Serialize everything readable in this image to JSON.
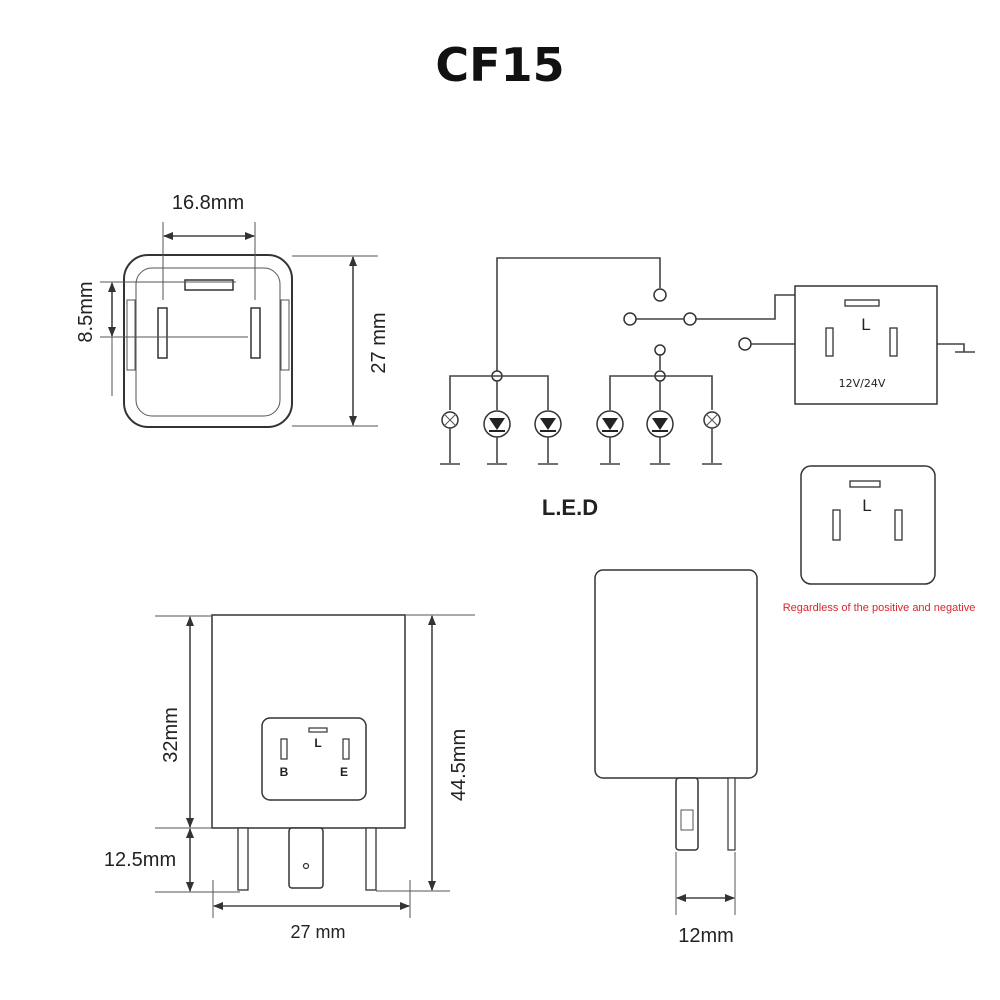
{
  "title": "CF15",
  "top_view": {
    "width_label": "16.8mm",
    "pin_spacing_label": "8.5mm",
    "height_label": "27 mm"
  },
  "circuit": {
    "led_label": "L.E.D",
    "relay_voltage_label": "12V/24V",
    "relay_pin_label": "L"
  },
  "socket": {
    "pin_label": "L",
    "note": "Regardless of the positive and negative",
    "note_color": "#d9262c"
  },
  "front_view": {
    "body_height_label": "32mm",
    "pin_length_label": "12.5mm",
    "total_height_label": "44.5mm",
    "width_label": "27 mm",
    "pin_b": "B",
    "pin_l": "L",
    "pin_e": "E"
  },
  "side_view": {
    "depth_label": "12mm"
  }
}
